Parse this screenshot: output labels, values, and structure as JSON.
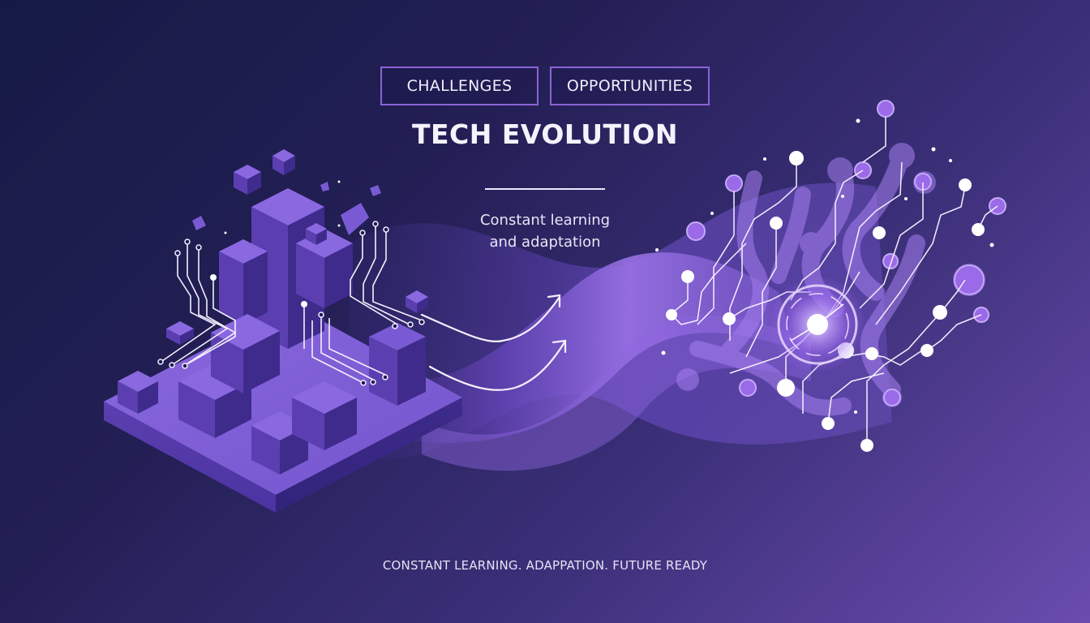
{
  "header": {
    "tags": [
      {
        "label": "CHALLENGES"
      },
      {
        "label": "OPPORTUNITIES"
      }
    ],
    "title": "TECH EVOLUTION",
    "subtitle_line1": "Constant learning",
    "subtitle_line2": "and adaptation"
  },
  "footer": {
    "tagline": "CONSTANT LEARNING. ADAPPATION. FUTURE READY"
  },
  "illustration": {
    "left": "isometric-blocks-with-circuits",
    "middle": "flowing-wave-with-arrows",
    "right": "neural-circuit-network-with-glowing-core"
  },
  "colors": {
    "bg_top_left": "#151a45",
    "bg_bottom_right": "#6a4cae",
    "accent_purple": "#7b55d4",
    "tag_border": "#8b63d6",
    "text": "#f4f2fb"
  }
}
